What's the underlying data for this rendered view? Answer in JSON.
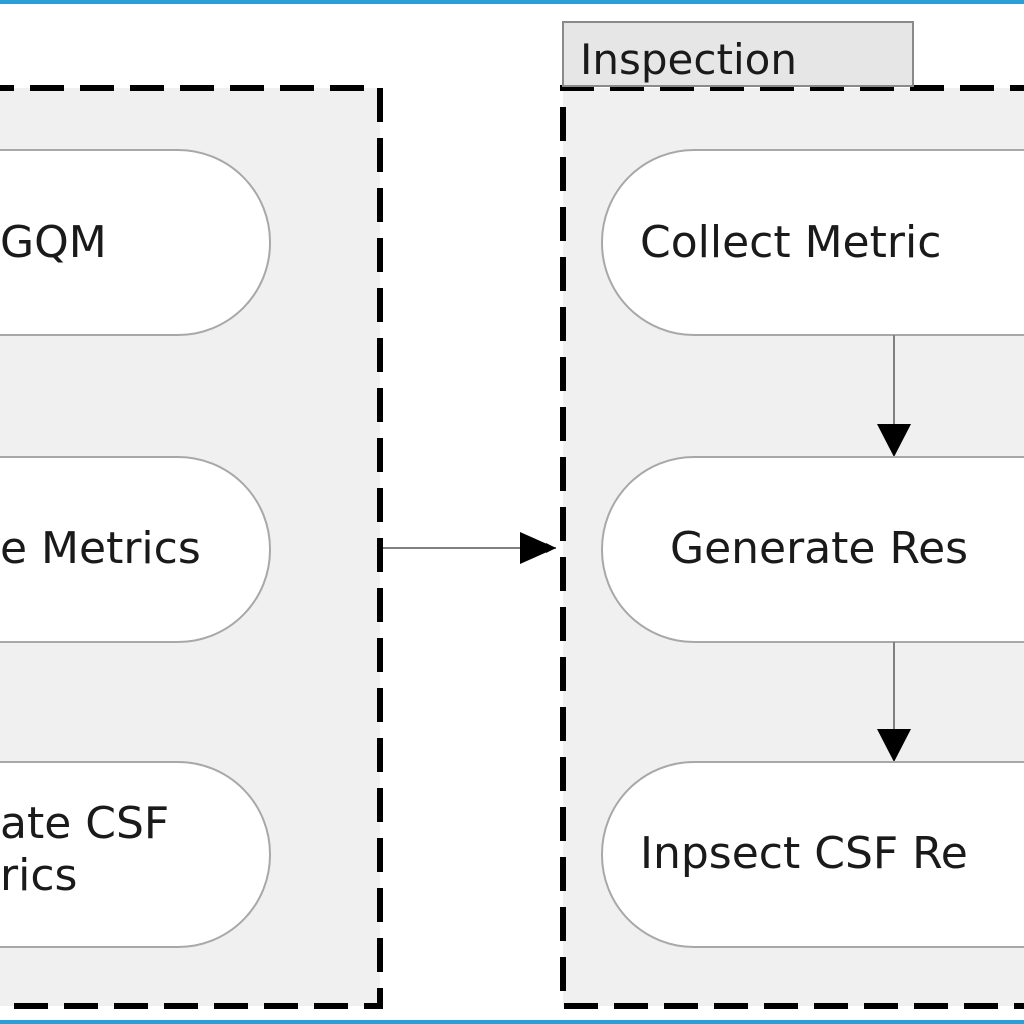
{
  "colors": {
    "panel_fill": "#f0f0f0",
    "node_fill": "#ffffff",
    "outline": "#a8a8a8",
    "dash": "#000000",
    "tab_fill": "#e6e6e6",
    "frame": "#2a9fd6"
  },
  "left_panel": {
    "nodes": [
      {
        "lines": [
          "GQM"
        ]
      },
      {
        "lines": [
          "e Metrics"
        ]
      },
      {
        "lines": [
          "ate CSF",
          "rics"
        ]
      }
    ]
  },
  "right_panel": {
    "tab": "Inspection",
    "nodes": [
      {
        "lines": [
          "Collect Metric"
        ]
      },
      {
        "lines": [
          "Generate Res"
        ]
      },
      {
        "lines": [
          "Inpsect CSF Re"
        ]
      }
    ]
  }
}
